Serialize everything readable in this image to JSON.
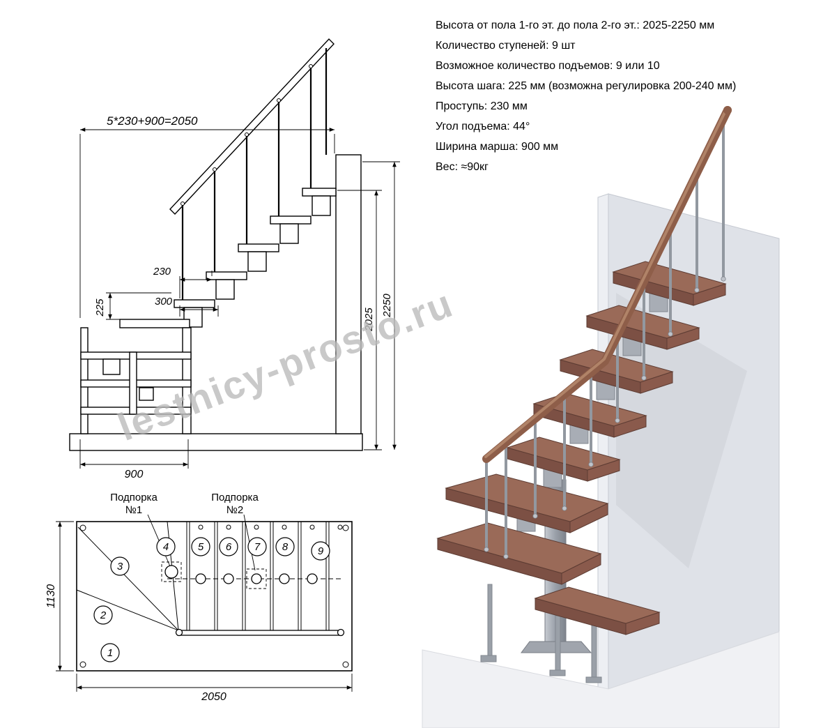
{
  "specs": {
    "lines": [
      "Высота от пола 1-го эт. до пола 2-го эт.: 2025-2250 мм",
      "Количество ступеней: 9 шт",
      "Возможное количество подъемов: 9 или 10",
      "Высота шага: 225 мм (возможна регулировка 200-240 мм)",
      "Проступь: 230 мм",
      "Угол подъема: 44°",
      "Ширина марша: 900 мм",
      "Вес: ≈90кг"
    ]
  },
  "elevation": {
    "dim_total": "5*230+900=2050",
    "dim_tread": "230",
    "dim_first_tread": "300",
    "dim_rise": "225",
    "dim_march_width": "900",
    "dim_height_max": "2250",
    "dim_height_min": "2025"
  },
  "plan": {
    "support1_line1": "Подпорка",
    "support1_line2": "№1",
    "support2_line1": "Подпорка",
    "support2_line2": "№2",
    "steps": [
      "1",
      "2",
      "3",
      "4",
      "5",
      "6",
      "7",
      "8",
      "9"
    ],
    "dim_width": "1130",
    "dim_length": "2050"
  },
  "watermark": "lestnicy-prosto.ru",
  "colors": {
    "wood": "#9a6a58",
    "wood_dark": "#7c5044",
    "wood_side": "#8a5a4c",
    "metal": "#a7acb4",
    "wall": "#dfe2e8",
    "line": "#000000"
  }
}
